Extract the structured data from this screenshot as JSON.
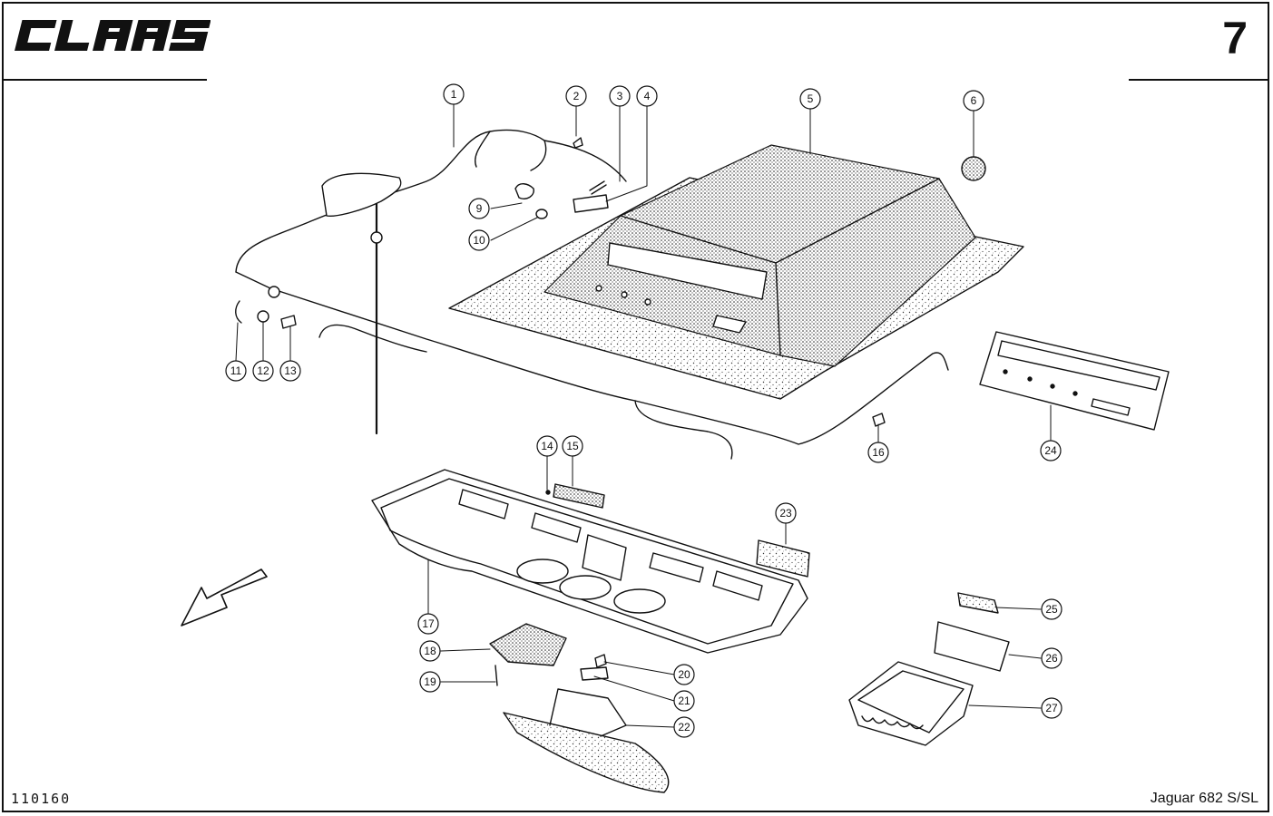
{
  "header": {
    "brand": "CLAAS",
    "page_number": "7"
  },
  "footer": {
    "drawing_number": "110160",
    "model": "Jaguar 682 S/SL"
  },
  "callouts": [
    "1",
    "2",
    "3",
    "4",
    "5",
    "6",
    "9",
    "10",
    "11",
    "12",
    "13",
    "14",
    "15",
    "16",
    "17",
    "18",
    "19",
    "20",
    "21",
    "22",
    "23",
    "24",
    "25",
    "26",
    "27"
  ]
}
